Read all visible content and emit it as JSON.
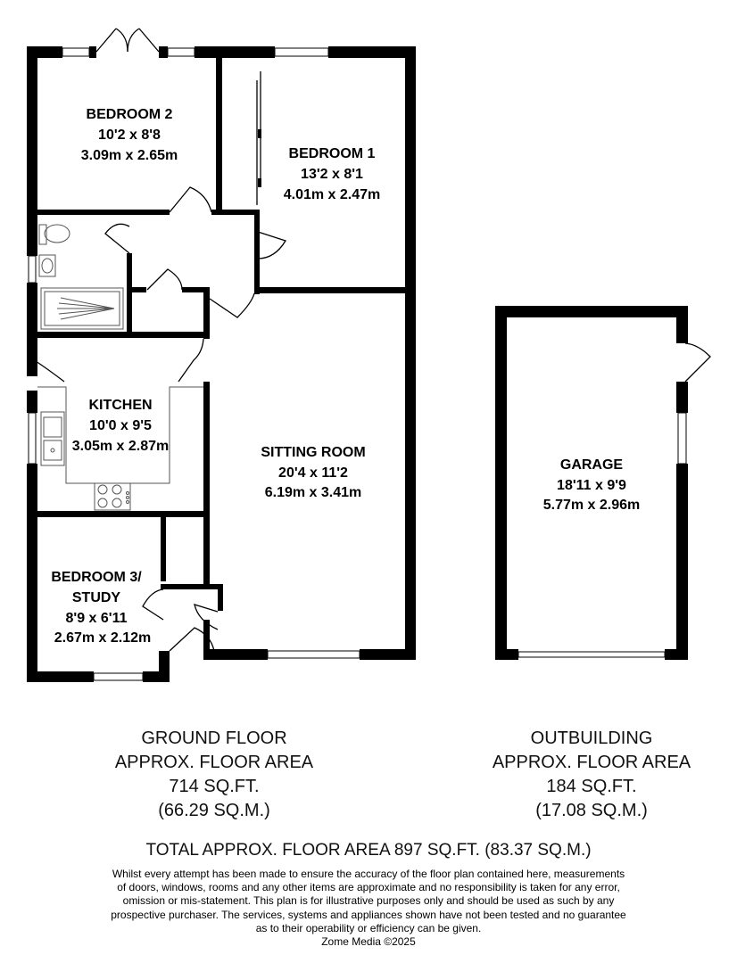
{
  "rooms": {
    "bedroom2": {
      "name": "BEDROOM 2",
      "imperial": "10'2 x 8'8",
      "metric": "3.09m x 2.65m"
    },
    "bedroom1": {
      "name": "BEDROOM 1",
      "imperial": "13'2 x 8'1",
      "metric": "4.01m x 2.47m"
    },
    "kitchen": {
      "name": "KITCHEN",
      "imperial": "10'0 x 9'5",
      "metric": "3.05m x 2.87m"
    },
    "sitting": {
      "name": "SITTING ROOM",
      "imperial": "20'4 x 11'2",
      "metric": "6.19m x 3.41m"
    },
    "bedroom3": {
      "name_line1": "BEDROOM 3/",
      "name_line2": "STUDY",
      "imperial": "8'9 x 6'11",
      "metric": "2.67m x 2.12m"
    },
    "garage": {
      "name": "GARAGE",
      "imperial": "18'11 x 9'9",
      "metric": "5.77m x 2.96m"
    }
  },
  "ground_floor": {
    "title": "GROUND FLOOR",
    "subtitle": "APPROX. FLOOR AREA",
    "sqft": "714 SQ.FT.",
    "sqm": "(66.29 SQ.M.)"
  },
  "outbuilding": {
    "title": "OUTBUILDING",
    "subtitle": "APPROX. FLOOR AREA",
    "sqft": "184 SQ.FT.",
    "sqm": "(17.08 SQ.M.)"
  },
  "total": "TOTAL APPROX. FLOOR AREA 897 SQ.FT. (83.37 SQ.M.)",
  "disclaimer": {
    "line1": "Whilst every attempt has been made to ensure the accuracy of the floor plan contained here, measurements",
    "line2": "of doors, windows, rooms and any other items are approximate and no responsibility is taken for any error,",
    "line3": "omission or mis-statement. This plan is for illustrative purposes only and should be used as such by any",
    "line4": "prospective purchaser. The services, systems and appliances shown have not been tested and no guarantee",
    "line5": "as to their operability or efficiency can be given.",
    "credit": "Zome Media ©2025"
  },
  "colors": {
    "wall": "#000000",
    "background": "#ffffff",
    "fixture": "#555555"
  }
}
